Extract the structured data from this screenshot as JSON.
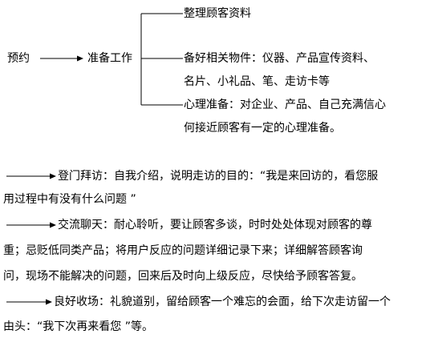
{
  "flow": {
    "start": "预约",
    "prep": "准备工作",
    "branches": [
      "整理顾客资料",
      "备好相关物件：仪器、产品宣传资料、",
      "名片、小礼品、笔、走访卡等",
      "心理准备：对企业、产品、自己充满信心",
      "何接近顾客有一定的心理准备。"
    ]
  },
  "steps": [
    {
      "lines": [
        "登门拜访：自我介绍，说明走访的目的：“我是来回访的，看您服",
        "用过程中有没有什么问题 ”"
      ]
    },
    {
      "lines": [
        "交流聊天：耐心聆听，要让顾客多谈，时时处处体现对顾客的尊",
        "重；忌贬低同类产品；将用户反应的问题详细记录下来；详细解答顾客询",
        "问，现场不能解决的问题，回来后及时向上级反应，尽快给予顾客答复。"
      ]
    },
    {
      "lines": [
        "良好收场：礼貌道别，留给顾客一个难忘的会面，给下次走访留一个",
        "由头：“我下次再来看您 ”等。"
      ]
    }
  ]
}
